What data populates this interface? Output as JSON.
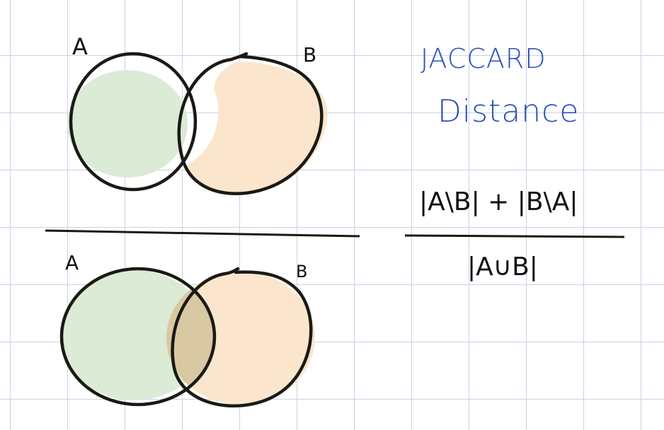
{
  "top_diagram": {
    "set_a_label": "A",
    "set_b_label": "B",
    "intersection_shaded": false
  },
  "bottom_diagram": {
    "set_a_label": "A",
    "set_b_label": "B",
    "intersection_shaded": true
  },
  "title": {
    "line1": "JACCARD",
    "line2": "Distance"
  },
  "formula": {
    "numerator": "|A\\B| + |B\\A|",
    "denominator": "|A∪B|"
  },
  "colors": {
    "set_a_fill": "#d9ead3",
    "set_b_fill": "#fbe6cd",
    "intersection_fill": "#d8c9a3",
    "outline": "#1a1a14",
    "title_ink": "#2a4fb8",
    "grid": "#c9d3e6"
  }
}
